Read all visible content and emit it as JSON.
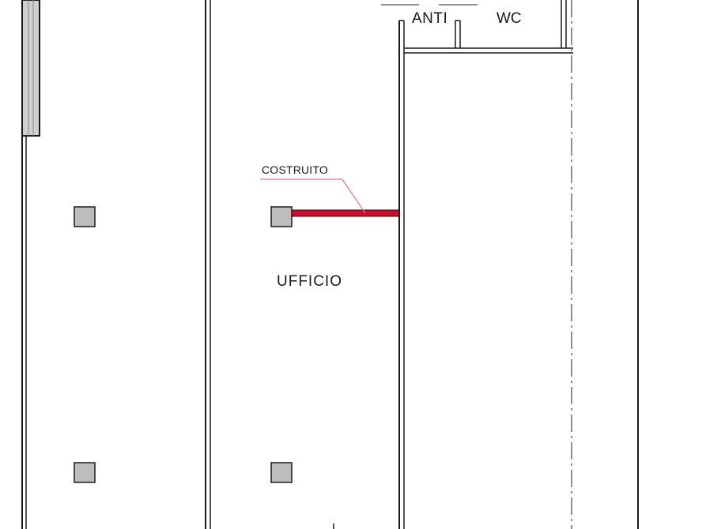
{
  "plan": {
    "rooms": {
      "anti": "ANTI",
      "wc": "WC",
      "ufficio": "UFFICIO"
    },
    "annotation": {
      "text": "COSTRUITO",
      "color": "#c8102e",
      "leader_color": "#e07a8a"
    },
    "colors": {
      "wall": "#1a1a1a",
      "wall_fill": "#cfcfcf",
      "column_fill": "#bdbdbd",
      "background": "#ffffff"
    }
  }
}
